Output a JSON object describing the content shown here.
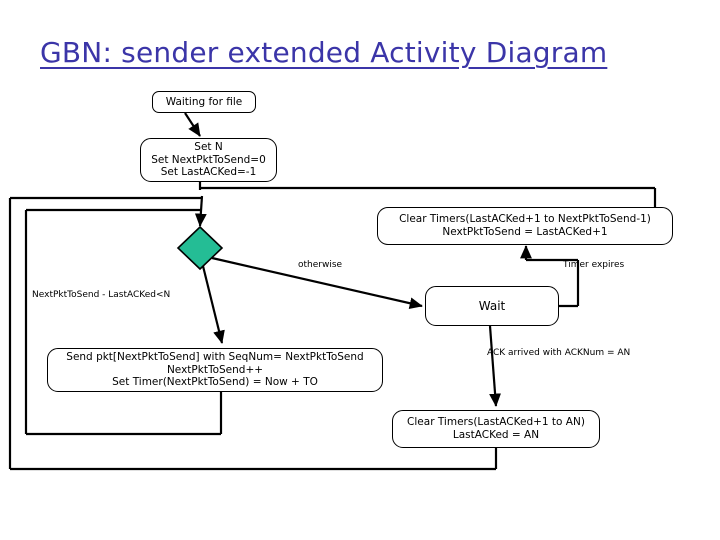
{
  "slide": {
    "title": "GBN: sender extended Activity Diagram",
    "title_color": "#3b35a8",
    "background_color": "#ffffff",
    "line_color": "#000000"
  },
  "decision": {
    "name": "branch-diamond",
    "fill_color": "#24bd95",
    "stroke_color": "#000000"
  },
  "nodes": {
    "waiting": {
      "lines": [
        "Waiting for file"
      ]
    },
    "init": {
      "lines": [
        "Set N",
        "Set NextPktToSend=0",
        "Set LastACKed=-1"
      ]
    },
    "clear_timers_top": {
      "lines": [
        "Clear Timers(LastACKed+1 to NextPktToSend-1)",
        "NextPktToSend = LastACKed+1"
      ]
    },
    "wait": {
      "lines": [
        "Wait"
      ]
    },
    "send": {
      "lines": [
        "Send pkt[NextPktToSend] with SeqNum= NextPktToSend",
        "NextPktToSend++",
        "Set Timer(NextPktToSend) = Now + TO"
      ]
    },
    "clear_timers_ack": {
      "lines": [
        "Clear Timers(LastACKed+1 to AN)",
        "LastACKed = AN"
      ]
    }
  },
  "edge_labels": {
    "otherwise": "otherwise",
    "timer_expires": "Timer expires",
    "window_open": "NextPktToSend - LastACKed<N",
    "ack_arrived": "ACK arrived with ACKNum = AN"
  }
}
